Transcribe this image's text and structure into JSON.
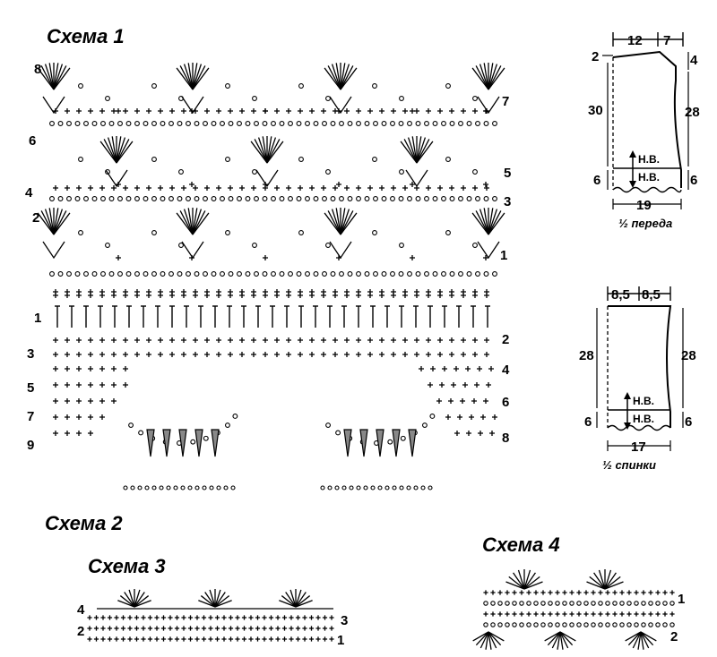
{
  "titles": {
    "scheme1": "Схема 1",
    "scheme2": "Схема 2",
    "scheme3": "Схема 3",
    "scheme4": "Схема 4"
  },
  "scheme1": {
    "row_numbers_left": [
      "8",
      "6",
      "4",
      "2",
      "1",
      "3",
      "5",
      "7",
      "9"
    ],
    "row_numbers_right": [
      "7",
      "5",
      "3",
      "1",
      "2",
      "4",
      "6",
      "8"
    ]
  },
  "front": {
    "caption": "½ переда",
    "top_left": "12",
    "top_right": "7",
    "left_top": "2",
    "right_top": "4",
    "left_height": "30",
    "right_height": "28",
    "bottom_left": "6",
    "bottom_right": "6",
    "width": "19",
    "marker_top": "Н.В.",
    "marker_bottom": "Н.В."
  },
  "back": {
    "caption": "½ спинки",
    "top_left": "8,5",
    "top_right": "8,5",
    "left_height": "28",
    "right_height": "28",
    "bottom_left": "6",
    "bottom_right": "6",
    "width": "17",
    "marker_top": "Н.В.",
    "marker_bottom": "Н.В."
  },
  "scheme3": {
    "row_numbers_left": [
      "4",
      "2"
    ],
    "row_numbers_right": [
      "3",
      "1"
    ]
  },
  "scheme4": {
    "row_numbers_right": [
      "1",
      "2"
    ]
  }
}
